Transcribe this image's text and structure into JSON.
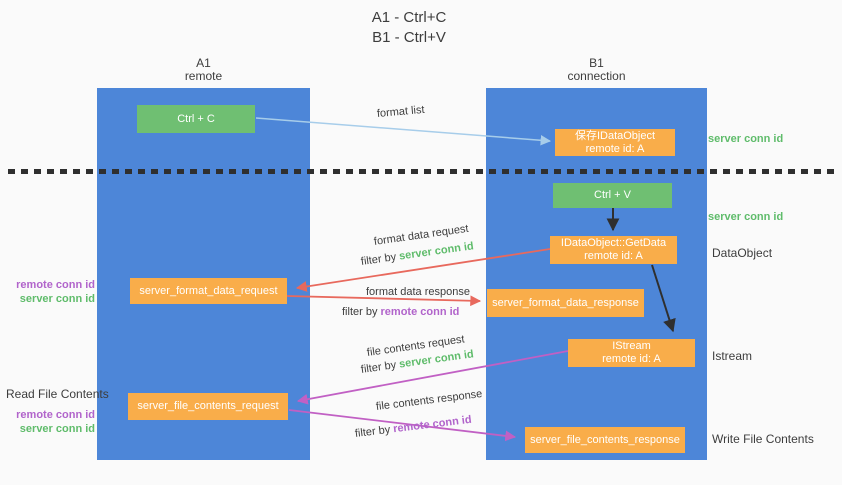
{
  "title": {
    "line1": "A1 - Ctrl+C",
    "line2": "B1 - Ctrl+V"
  },
  "columns": {
    "left": {
      "name": "A1",
      "role": "remote"
    },
    "right": {
      "name": "B1",
      "role": "connection"
    }
  },
  "nodes": {
    "ctrl_c": {
      "label": "Ctrl + C"
    },
    "ctrl_v": {
      "label": "Ctrl + V"
    },
    "save": {
      "line1": "保存IDataObject",
      "line2": "remote id: A"
    },
    "getdata": {
      "line1": "IDataObject::GetData",
      "line2": "remote id: A"
    },
    "istream": {
      "line1": "IStream",
      "line2": "remote id: A"
    },
    "format_request": {
      "label": "server_format_data_request"
    },
    "format_response": {
      "label": "server_format_data_response"
    },
    "file_request": {
      "label": "server_file_contents_request"
    },
    "file_response": {
      "label": "server_file_contents_response"
    }
  },
  "edges": {
    "format_list": "format list",
    "format_data_request": "format data request",
    "format_data_response": "format data response",
    "file_contents_request": "file contents request",
    "file_contents_response": "file contents response",
    "filter_by": "filter by",
    "server_conn_id": "server conn id",
    "remote_conn_id": "remote conn id"
  },
  "side": {
    "left_mid": {
      "remote": "remote conn id",
      "server": "server conn id"
    },
    "left_bottom": {
      "title": "Read File Contents",
      "remote": "remote conn id",
      "server": "server conn id"
    },
    "right": {
      "server_conn_id_top": "server conn id",
      "server_conn_id_mid": "server conn id",
      "dataobject": "DataObject",
      "istream": "Istream",
      "write_file_contents": "Write File Contents"
    }
  },
  "colors": {
    "column-blue": "#4d86d8",
    "box-green": "#6fbf72",
    "box-orange": "#f9ad4a",
    "arrow-blue": "#a7cdea",
    "arrow-red": "#e8695d",
    "arrow-magenta": "#c160c4",
    "arrow-black": "#2f2f2f",
    "text-green": "#5fbc6b",
    "text-purple": "#b164cb",
    "text-dark": "#3d3d3d",
    "background": "#fafafa"
  }
}
